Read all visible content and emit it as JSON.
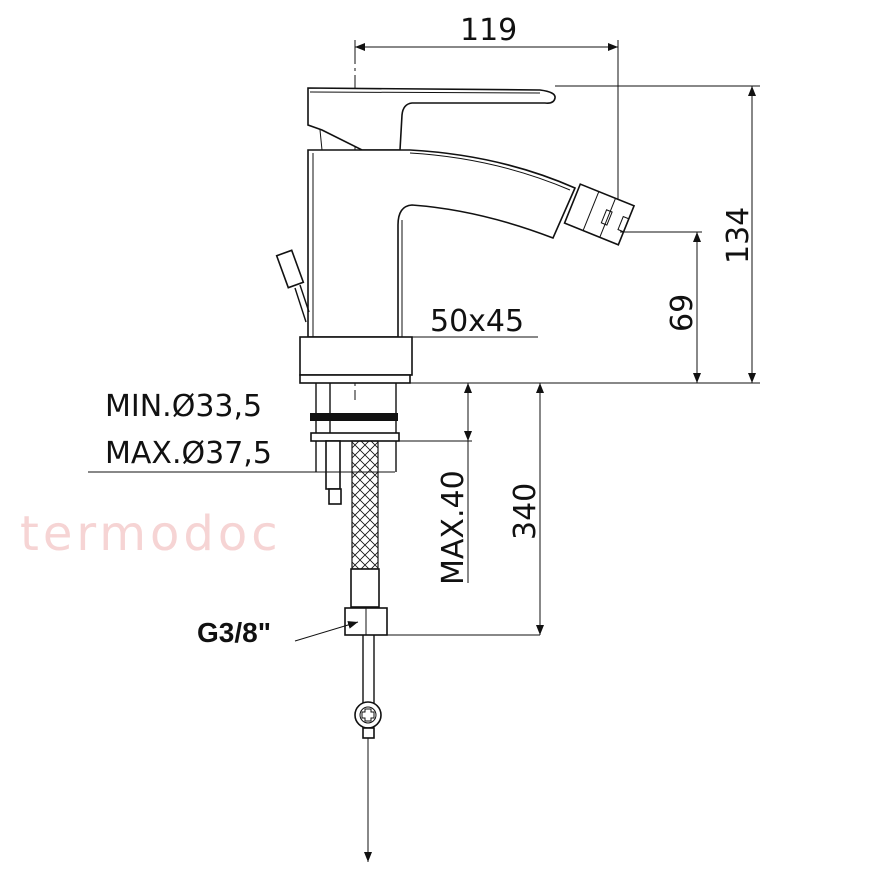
{
  "drawing": {
    "title": "Bidet mixer technical drawing",
    "dimensions": {
      "width_total": "119",
      "height_total": "134",
      "spout_height": "69",
      "base_size": "50x45",
      "hole_min": "MIN.Ø33,5",
      "hole_max": "MAX.Ø37,5",
      "deck_max": "MAX.40",
      "hose_length": "340",
      "connection": "G3/8\""
    },
    "watermark": "termodoc",
    "colors": {
      "line": "#111111",
      "watermark": "#f6d4d4"
    }
  }
}
